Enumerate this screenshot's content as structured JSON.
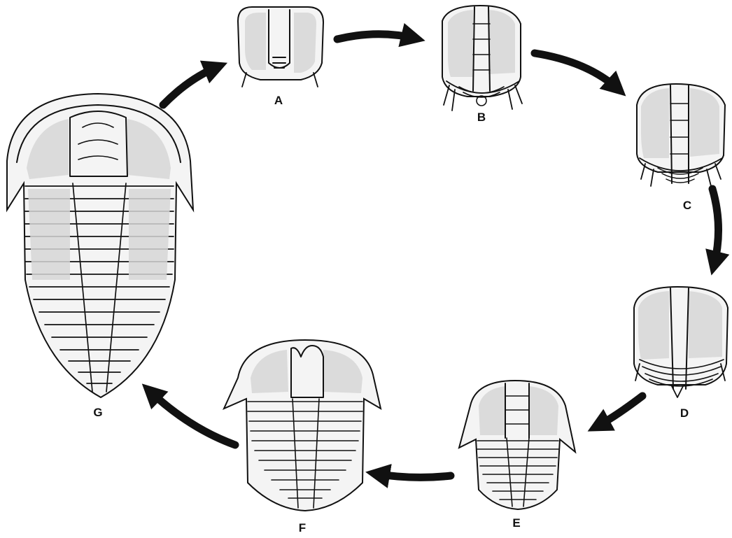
{
  "stages": [
    {
      "id": "A",
      "label": "A",
      "icon": "protaspis-larva-icon"
    },
    {
      "id": "B",
      "label": "B",
      "icon": "early-meraspis-larva-icon"
    },
    {
      "id": "C",
      "label": "C",
      "icon": "meraspis-larva-icon"
    },
    {
      "id": "D",
      "label": "D",
      "icon": "late-meraspis-larva-icon"
    },
    {
      "id": "E",
      "label": "E",
      "icon": "juvenile-trilobite-icon"
    },
    {
      "id": "F",
      "label": "F",
      "icon": "holaspis-trilobite-icon"
    },
    {
      "id": "G",
      "label": "G",
      "icon": "adult-trilobite-icon"
    }
  ],
  "arrows": [
    {
      "from": "G",
      "to": "A"
    },
    {
      "from": "A",
      "to": "B"
    },
    {
      "from": "B",
      "to": "C"
    },
    {
      "from": "C",
      "to": "D"
    },
    {
      "from": "D",
      "to": "E"
    },
    {
      "from": "E",
      "to": "F"
    },
    {
      "from": "F",
      "to": "G"
    }
  ],
  "colors": {
    "ink": "#111111",
    "background": "#ffffff"
  }
}
